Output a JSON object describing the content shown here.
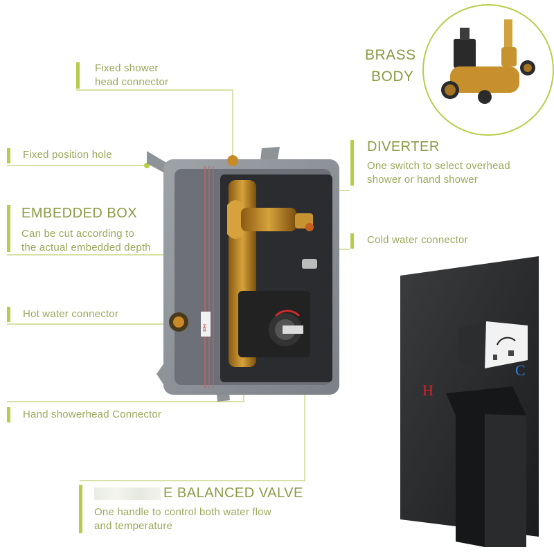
{
  "colors": {
    "accent": "#b9cc4a",
    "text": "#8fa04c",
    "line": "#c8d78a"
  },
  "inset": {
    "title_line1": "BRASS",
    "title_line2": "BODY"
  },
  "labels": {
    "fixed_shower_head_connector": {
      "line1": "Fixed shower",
      "line2": "head connector"
    },
    "fixed_position_hole": "Fixed position hole",
    "embedded_box": {
      "title": "EMBEDDED BOX",
      "desc1": "Can be cut according to",
      "desc2": "the actual embedded depth"
    },
    "hot_water_connector": "Hot water connector",
    "hand_showerhead_connector": "Hand showerhead Connector",
    "diverter": {
      "title": "DIVERTER",
      "desc1": "One switch to select overhead",
      "desc2": "shower or hand shower"
    },
    "cold_water_connector": "Cold water connector",
    "balanced_valve": {
      "title_visible": "E BALANCED VALVE",
      "desc1": "One handle to control both water flow",
      "desc2": "and temperature"
    }
  },
  "product": {
    "hot_mark": "H",
    "cold_mark": "C",
    "box_sticker": "Hot"
  }
}
